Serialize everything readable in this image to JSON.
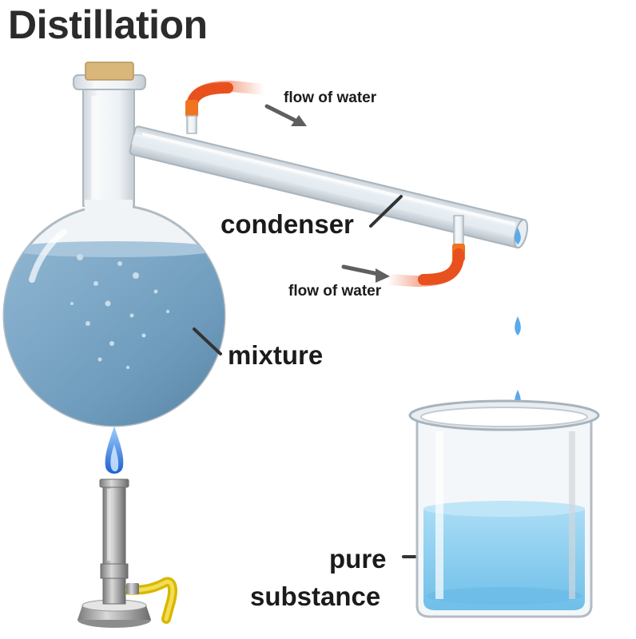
{
  "title": "Distillation",
  "labels": {
    "flow_top": "flow of water",
    "flow_bottom": "flow of water",
    "condenser": "condenser",
    "mixture": "mixture",
    "pure_line1": "pure",
    "pure_line2": "substance"
  },
  "icons": [
    "round-bottom-flask-icon",
    "cork-stopper-icon",
    "condenser-tube-icon",
    "hose-icon",
    "arrow-icon",
    "water-drop-icon",
    "beaker-icon",
    "bunsen-burner-icon",
    "flame-icon"
  ],
  "colors": {
    "liquid": "#7aa6c6",
    "liquid_dark": "#5b87a8",
    "pure_liquid": "#8ecff0",
    "hose": "#e8501e",
    "flame": "#2f7de0",
    "cork": "#d9b67a",
    "burner_hose": "#e0c020"
  }
}
